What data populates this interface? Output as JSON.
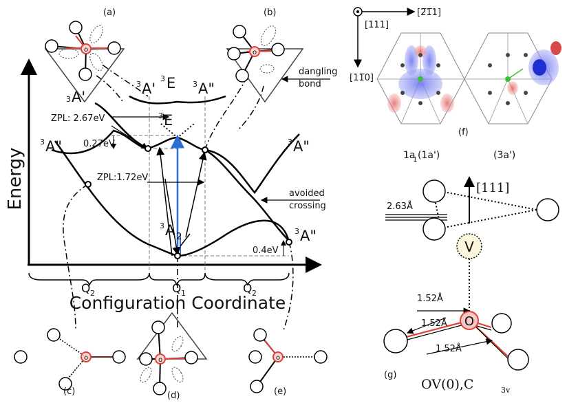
{
  "panels": {
    "a": "(a)",
    "b": "(b)",
    "c": "(c)",
    "d": "(d)",
    "e": "(e)",
    "f": "(f)",
    "g": "(g)"
  },
  "axes": {
    "y": "Energy",
    "x": "Configuration Coordinate"
  },
  "regions": {
    "q1": "Q",
    "q1_sub": "1",
    "q2": "Q",
    "q2_sub": "2"
  },
  "states": {
    "a1_left_upper": "A'",
    "e_top": "E",
    "a1_top": "A'",
    "a2_top": "A\"",
    "e_mid": "E",
    "a2_left": "A\"",
    "a2_right": "A\"",
    "a2_ground": "A",
    "a2_ground_sub": "2",
    "a2_right_low": "A\"",
    "spin_sup": "3"
  },
  "annotations": {
    "zpl1": "ZPL: 2.67eV",
    "zpl2": "ZPL:1.72eV",
    "gap1": "0.27eV",
    "gap2": "0.4eV",
    "avoided1": "avoided",
    "avoided2": "crossing",
    "dangling1": "dangling",
    "dangling2": "bond"
  },
  "orbitals": {
    "dir_x": "[2̅1̅1]",
    "dir_z": "[111]",
    "dir_y": "[11̅0]",
    "orb1": "1a",
    "orb1_sub": "1",
    "orb1_tail": "(1a')",
    "orb2": "(3a')"
  },
  "structure": {
    "axis": "[111]",
    "d1": "2.63Å",
    "d2": "1.52Å",
    "d3": "1.52Å",
    "d4": "1.52Å",
    "vac": "V",
    "oxygen": "O",
    "title": "OV(0),C",
    "title_sub": "3v"
  },
  "atom_labels": {
    "o": "o"
  },
  "colors": {
    "highlight_red": "#e0413a",
    "transition_blue": "#2b6fd6",
    "orbital_blue": "#5a63e8",
    "orbital_red": "#d94a4a",
    "vacancy_fill": "#fbf6dc"
  }
}
